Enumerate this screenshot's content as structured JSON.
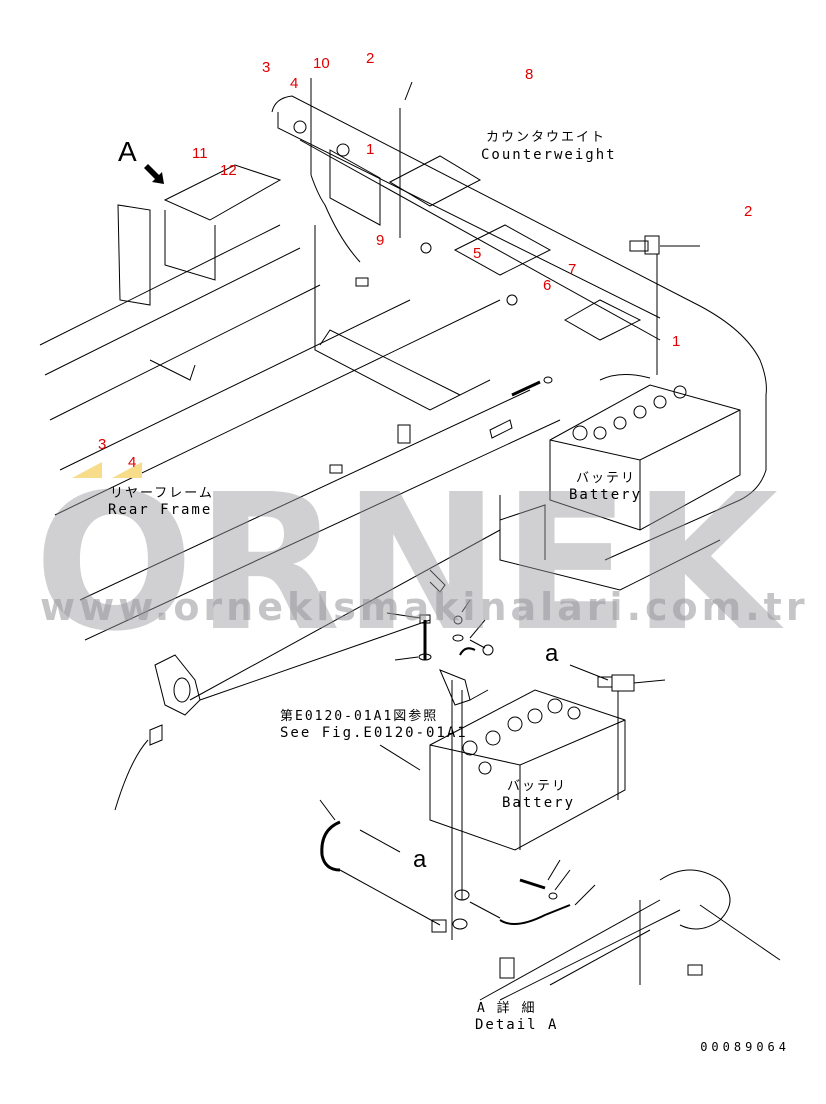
{
  "diagram": {
    "type": "exploded parts diagram",
    "subject": "Battery installation on rear frame / counterweight",
    "labels": {
      "counterweight_jp": "カウンタウエイト",
      "counterweight_en": "Counterweight",
      "rear_frame_jp": "リヤーフレーム",
      "rear_frame_en": "Rear Frame",
      "battery_upper_jp": "バッテリ",
      "battery_upper_en": "Battery",
      "battery_lower_jp": "バッテリ",
      "battery_lower_en": "Battery",
      "see_fig_jp": "第E0120-01A1図参照",
      "see_fig_en": "See Fig.E0120-01A1",
      "detail_a_jp": "A 詳 細",
      "detail_a_en": "Detail A",
      "view_marker": "A",
      "connector_marker_top": "a",
      "connector_marker_bottom": "a"
    },
    "callouts": [
      {
        "id": "c3",
        "text": "3"
      },
      {
        "id": "c10",
        "text": "10"
      },
      {
        "id": "c4_top",
        "text": "4"
      },
      {
        "id": "c2_top",
        "text": "2"
      },
      {
        "id": "c8",
        "text": "8"
      },
      {
        "id": "c11",
        "text": "11"
      },
      {
        "id": "c12",
        "text": "12"
      },
      {
        "id": "c1_left",
        "text": "1"
      },
      {
        "id": "c9",
        "text": "9"
      },
      {
        "id": "c5",
        "text": "5"
      },
      {
        "id": "c7",
        "text": "7"
      },
      {
        "id": "c6",
        "text": "6"
      },
      {
        "id": "c2_right",
        "text": "2"
      },
      {
        "id": "c1_right",
        "text": "1"
      },
      {
        "id": "c3_bottom",
        "text": "3"
      },
      {
        "id": "c4_bottom",
        "text": "4"
      }
    ],
    "document_number": "00089064",
    "icons": {
      "view_arrow": "arrow-down-right-icon"
    }
  },
  "watermark": {
    "brand": "ORNEK",
    "url": "www.orneklsmakinalari.com.tr",
    "accent_color": "#f7dc8a",
    "text_color": "#9a9aa0"
  },
  "colors": {
    "line": "#000000",
    "callout": "#e00000",
    "background": "#ffffff"
  }
}
